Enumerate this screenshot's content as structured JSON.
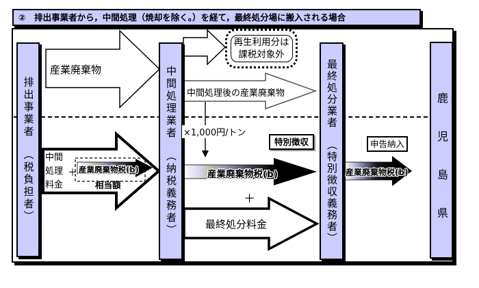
{
  "title": "②　排出事業者から，中間処理（焼却を除く。）を経て，最終処分場に搬入される場合",
  "colors": {
    "box_fill": "#ccccff",
    "line": "#000000",
    "tax_gradient": [
      "#ffffff",
      "#d8d8f0",
      "#9a9ab8",
      "#46465a",
      "#000000"
    ]
  },
  "actors": {
    "generator": {
      "name": "排出事業者",
      "role": "（税負担者）"
    },
    "intermediate": {
      "name": "中間処理業者",
      "role": "（納税義務者）"
    },
    "final_disposer": {
      "name": "最終処分業者",
      "role": "（特別徴収義務者）"
    },
    "prefecture": {
      "name": "鹿児島県"
    }
  },
  "flows": {
    "industrial_waste": "産業廃棄物",
    "recycle_note_line1": "再生利用分は",
    "recycle_note_line2": "課税対象外",
    "after_treatment_waste": "中間処理後の産業廃棄物",
    "tax_rate": "×1,000円/トン",
    "special_collection": "特別徴収",
    "waste_tax": "産業廃棄物税(b)",
    "plus": "＋",
    "final_disposal_fee": "最終処分料金",
    "intermediate_fee_line1": "中間",
    "intermediate_fee_line2": "処理",
    "intermediate_fee_line3": "料金",
    "equivalent_amount": "相当額",
    "report_and_pay": "申告納入"
  }
}
